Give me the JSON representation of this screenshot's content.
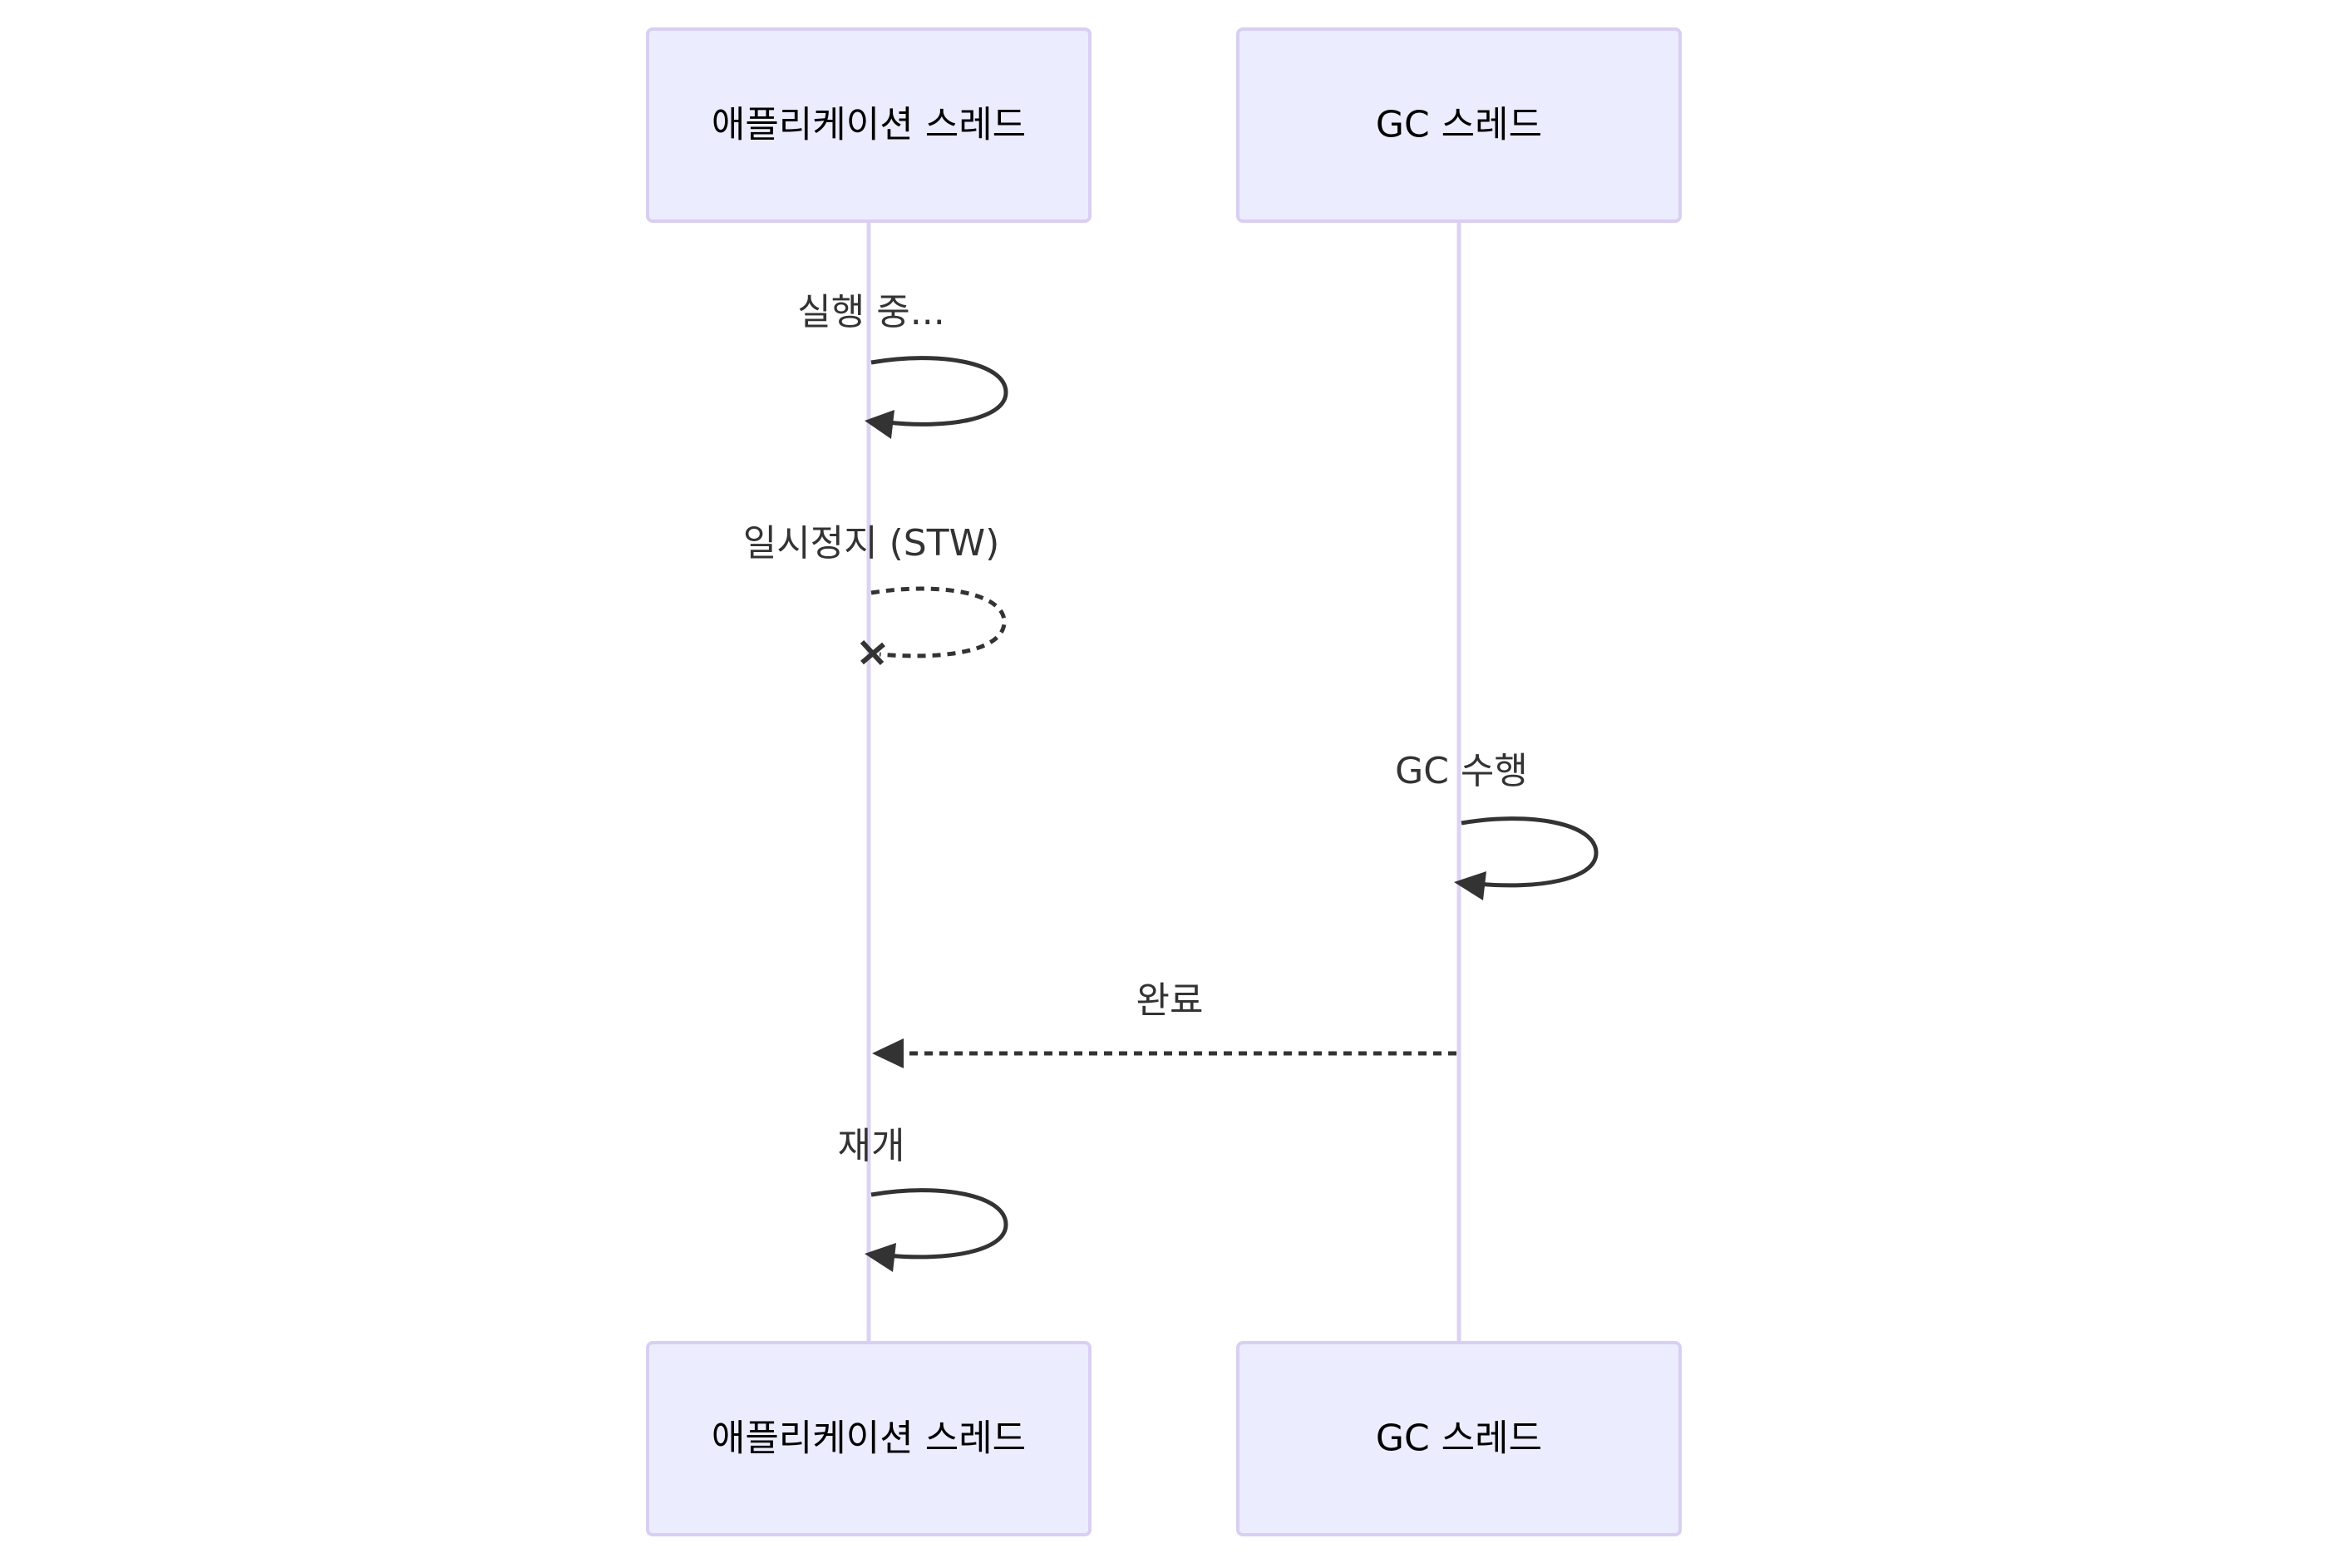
{
  "diagram": {
    "type": "sequence",
    "participants": [
      {
        "id": "app",
        "label": "애플리케이션 스레드"
      },
      {
        "id": "gc",
        "label": "GC 스레드"
      }
    ],
    "messages": [
      {
        "from": "app",
        "to": "app",
        "label": "실행 중...",
        "style": "solid",
        "head": "arrow"
      },
      {
        "from": "app",
        "to": "app",
        "label": "일시정지 (STW)",
        "style": "dashed",
        "head": "cross"
      },
      {
        "from": "gc",
        "to": "gc",
        "label": "GC 수행",
        "style": "solid",
        "head": "arrow"
      },
      {
        "from": "gc",
        "to": "app",
        "label": "완료",
        "style": "dashed",
        "head": "arrow"
      },
      {
        "from": "app",
        "to": "app",
        "label": "재개",
        "style": "solid",
        "head": "arrow"
      }
    ]
  },
  "colors": {
    "actor_fill": "#ECECFF",
    "actor_stroke": "#D9CFF2",
    "lifeline": "#DCD3F2",
    "message": "#333333"
  }
}
